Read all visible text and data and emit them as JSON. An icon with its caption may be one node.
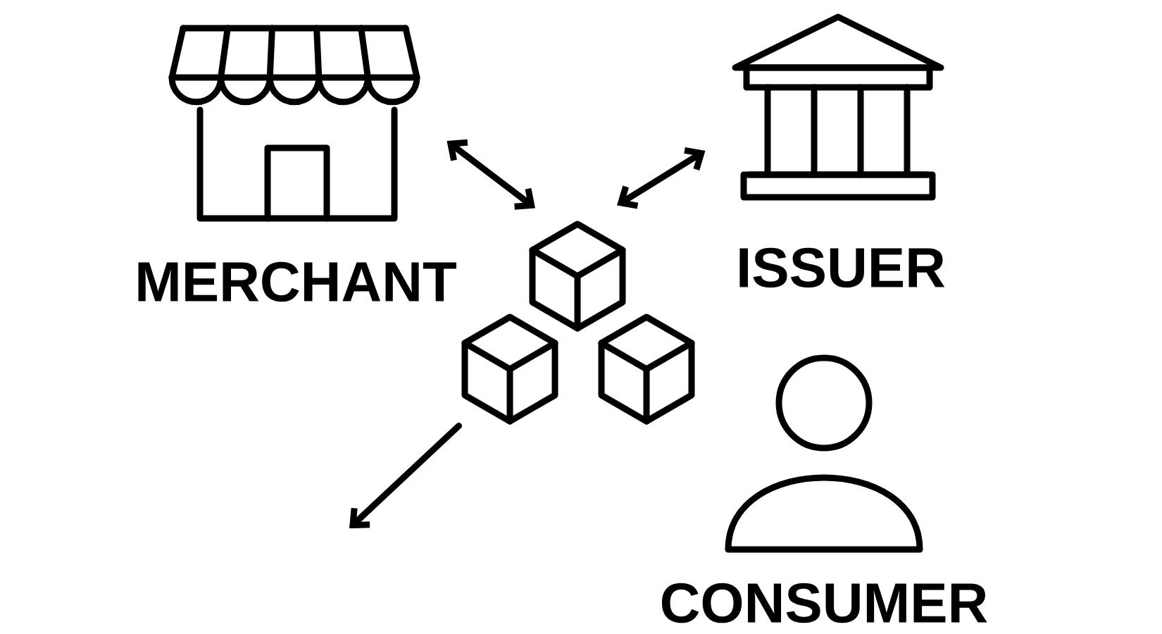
{
  "diagram": {
    "nodes": [
      {
        "text": [
          "MERCHANT"
        ]
      },
      {
        "text": [
          "ISSUER"
        ]
      },
      {
        "text": [],
        "shape": "picture"
      },
      {
        "text": [
          "CONSUMER"
        ]
      }
    ],
    "edges": [
      {
        "from": 0,
        "to": 2,
        "arrow": "both"
      },
      {
        "from": 2,
        "to": 1,
        "arrow": "both"
      },
      {
        "from": 2,
        "to": null,
        "arrow": "to"
      }
    ]
  }
}
